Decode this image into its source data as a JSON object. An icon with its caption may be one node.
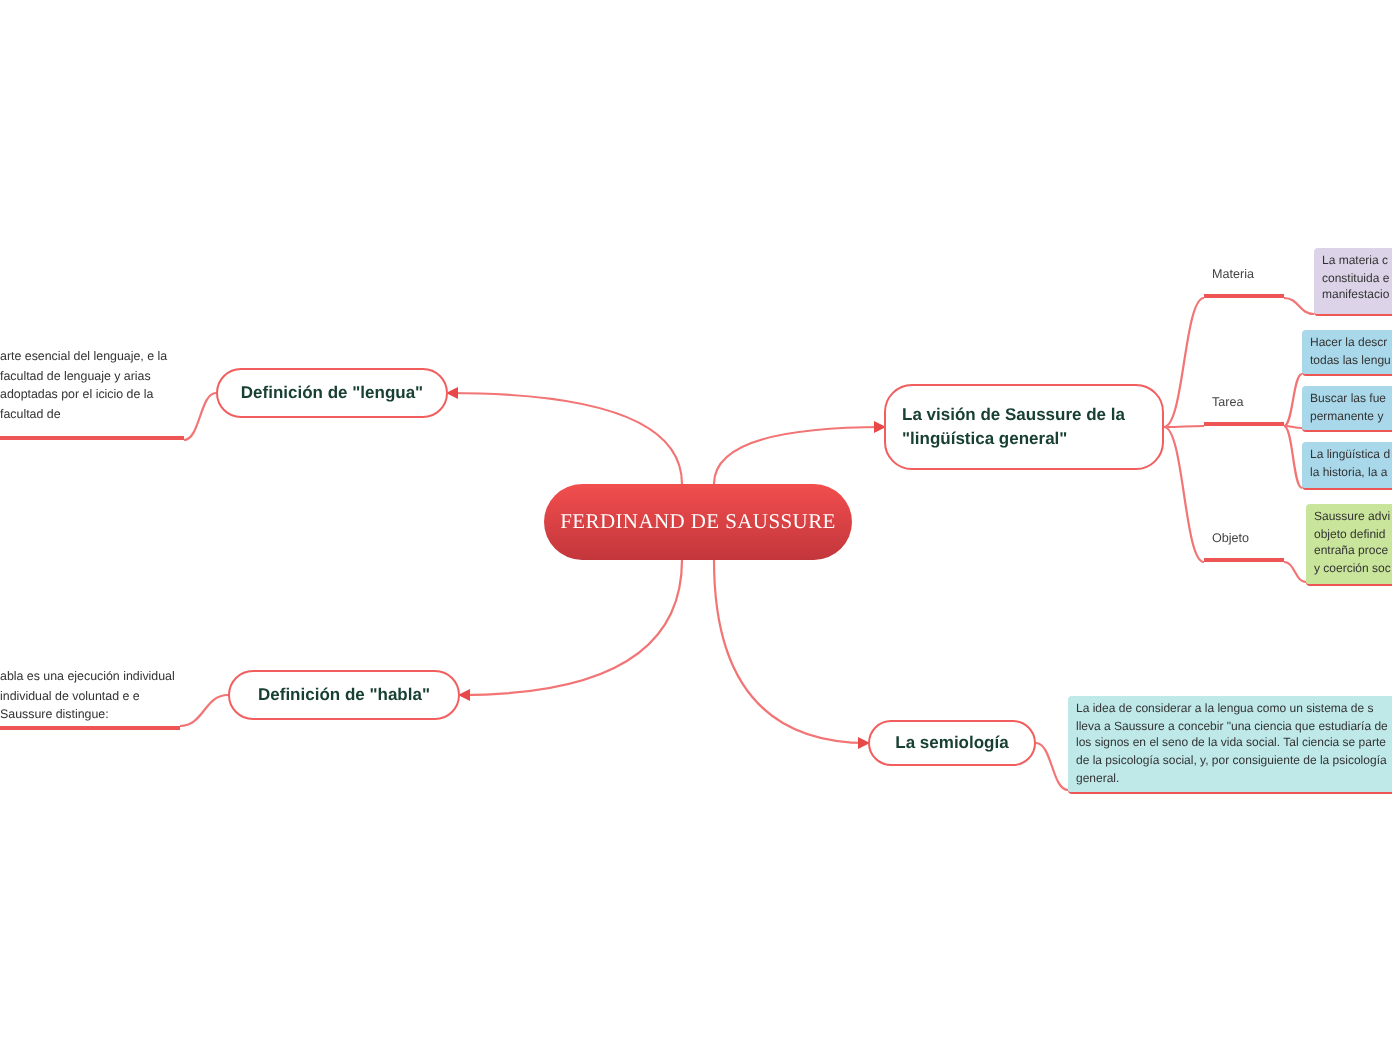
{
  "diagram": {
    "nodes": [
      {
        "text": [
          "FERDINAND DE SAUSSURE"
        ]
      },
      {
        "text": [
          "Definición de \"lengua\""
        ]
      },
      {
        "text": [
          "arte esencial del lenguaje, e la facultad de lenguaje y arias adoptadas por el icicio de la facultad de"
        ]
      },
      {
        "text": [
          "Definición de \"habla\""
        ]
      },
      {
        "text": [
          "abla es una ejecución individual individual de voluntad e e Saussure distingue:"
        ]
      },
      {
        "text": [
          "La visión de Saussure de la \"lingüística general\""
        ]
      },
      {
        "text": [
          "Materia"
        ]
      },
      {
        "text": [
          "La materia c constituida e manifestacio"
        ]
      },
      {
        "text": [
          "Tarea"
        ]
      },
      {
        "text": [
          "Hacer la descr todas las lengu"
        ]
      },
      {
        "text": [
          "Buscar las fue permanente y"
        ]
      },
      {
        "text": [
          "La lingüística d la historia, la a"
        ]
      },
      {
        "text": [
          "Objeto"
        ]
      },
      {
        "text": [
          "Saussure advi objeto definid entraña proce y coerción soc"
        ]
      },
      {
        "text": [
          "La semiología"
        ]
      },
      {
        "text": [
          "La idea de considerar a la lengua como un sistema de s lleva a Saussure a concebir \"una ciencia que estudiaría de los signos en el seno de la vida social. Tal ciencia se parte de la psicología social, y, por consiguiente de la psicología general."
        ]
      }
    ],
    "edges": [
      {
        "from": 0,
        "to": 1,
        "arrow": "to"
      },
      {
        "from": 1,
        "to": 2,
        "arrow": "none"
      },
      {
        "from": 0,
        "to": 3,
        "arrow": "to"
      },
      {
        "from": 3,
        "to": 4,
        "arrow": "none"
      },
      {
        "from": 0,
        "to": 5,
        "arrow": "to"
      },
      {
        "from": 5,
        "to": 6,
        "arrow": "none"
      },
      {
        "from": 6,
        "to": 7,
        "arrow": "none"
      },
      {
        "from": 5,
        "to": 8,
        "arrow": "none"
      },
      {
        "from": 8,
        "to": 9,
        "arrow": "none"
      },
      {
        "from": 8,
        "to": 10,
        "arrow": "none"
      },
      {
        "from": 8,
        "to": 11,
        "arrow": "none"
      },
      {
        "from": 5,
        "to": 12,
        "arrow": "none"
      },
      {
        "from": 12,
        "to": 13,
        "arrow": "none"
      },
      {
        "from": 0,
        "to": 14,
        "arrow": "to"
      },
      {
        "from": 14,
        "to": 15,
        "arrow": "none"
      }
    ]
  }
}
